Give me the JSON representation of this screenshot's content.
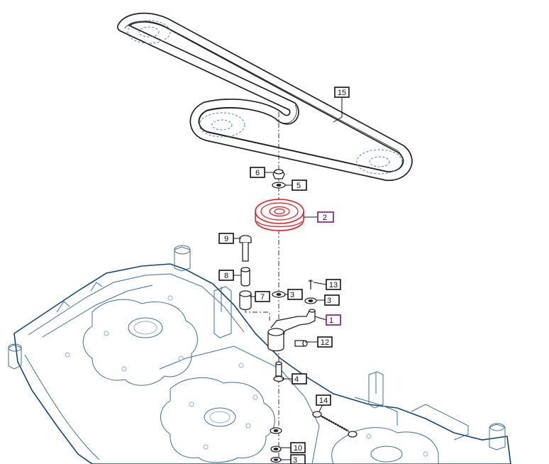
{
  "callouts": [
    {
      "id": "callout-15",
      "number": "15"
    },
    {
      "id": "callout-6",
      "number": "6"
    },
    {
      "id": "callout-5",
      "number": "5"
    },
    {
      "id": "callout-2",
      "number": "2",
      "highlighted": true
    },
    {
      "id": "callout-9",
      "number": "9"
    },
    {
      "id": "callout-8",
      "number": "8"
    },
    {
      "id": "callout-7",
      "number": "7"
    },
    {
      "id": "callout-3a",
      "number": "3"
    },
    {
      "id": "callout-13",
      "number": "13"
    },
    {
      "id": "callout-3b",
      "number": "3"
    },
    {
      "id": "callout-1",
      "number": "1",
      "highlighted": true
    },
    {
      "id": "callout-12",
      "number": "12"
    },
    {
      "id": "callout-4",
      "number": "4"
    },
    {
      "id": "callout-14",
      "number": "14"
    },
    {
      "id": "callout-10",
      "number": "10"
    },
    {
      "id": "callout-3c",
      "number": "3"
    }
  ],
  "colors": {
    "highlighted_part": "#e8141c",
    "highlight_box": "#8a2c8f",
    "deck_outline": "#14456e",
    "hidden_pulley": "#4a82c2"
  },
  "highlighted_part_number": "2"
}
